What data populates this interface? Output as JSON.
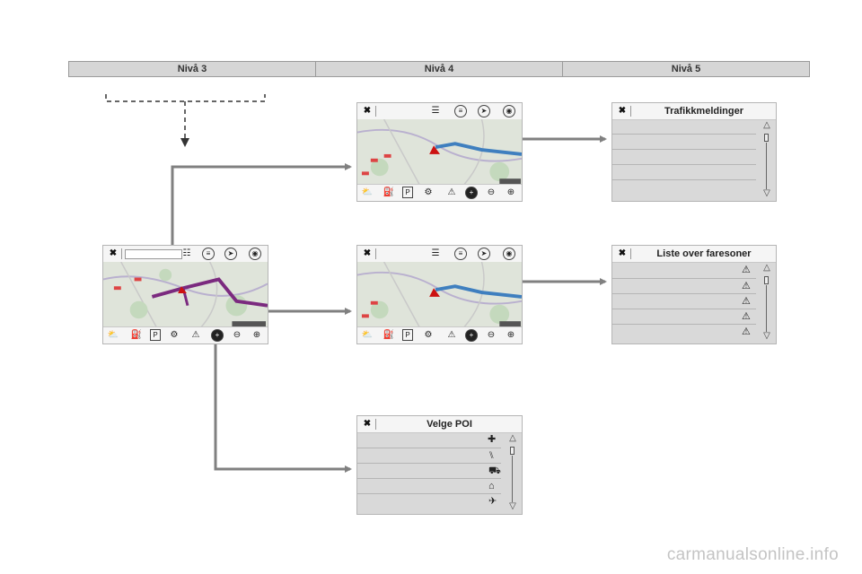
{
  "header": {
    "levels": [
      "Nivå 3",
      "Nivå 4",
      "Nivå 5"
    ]
  },
  "icons": {
    "close": "close-icon",
    "list": "list-icon",
    "menu": "menu-icon",
    "compass": "compass-icon",
    "zoom_view": "view-icon",
    "weather": "weather-icon",
    "fuel": "fuel-icon",
    "parking": "parking-icon",
    "garage": "garage-icon",
    "warning": "warning-icon",
    "zoom_in": "zoom-in-icon",
    "zoom_out": "zoom-out-icon"
  },
  "panels": {
    "traffic": {
      "title": "Trafikkmeldinger"
    },
    "zones": {
      "title": "Liste over faresoner"
    },
    "poi": {
      "title": "Velge POI"
    }
  },
  "colors": {
    "route": "#7b2a7f",
    "traffic_route": "#3f7fbf",
    "connector": "#808080"
  },
  "watermark": "carmanualsonline.info"
}
